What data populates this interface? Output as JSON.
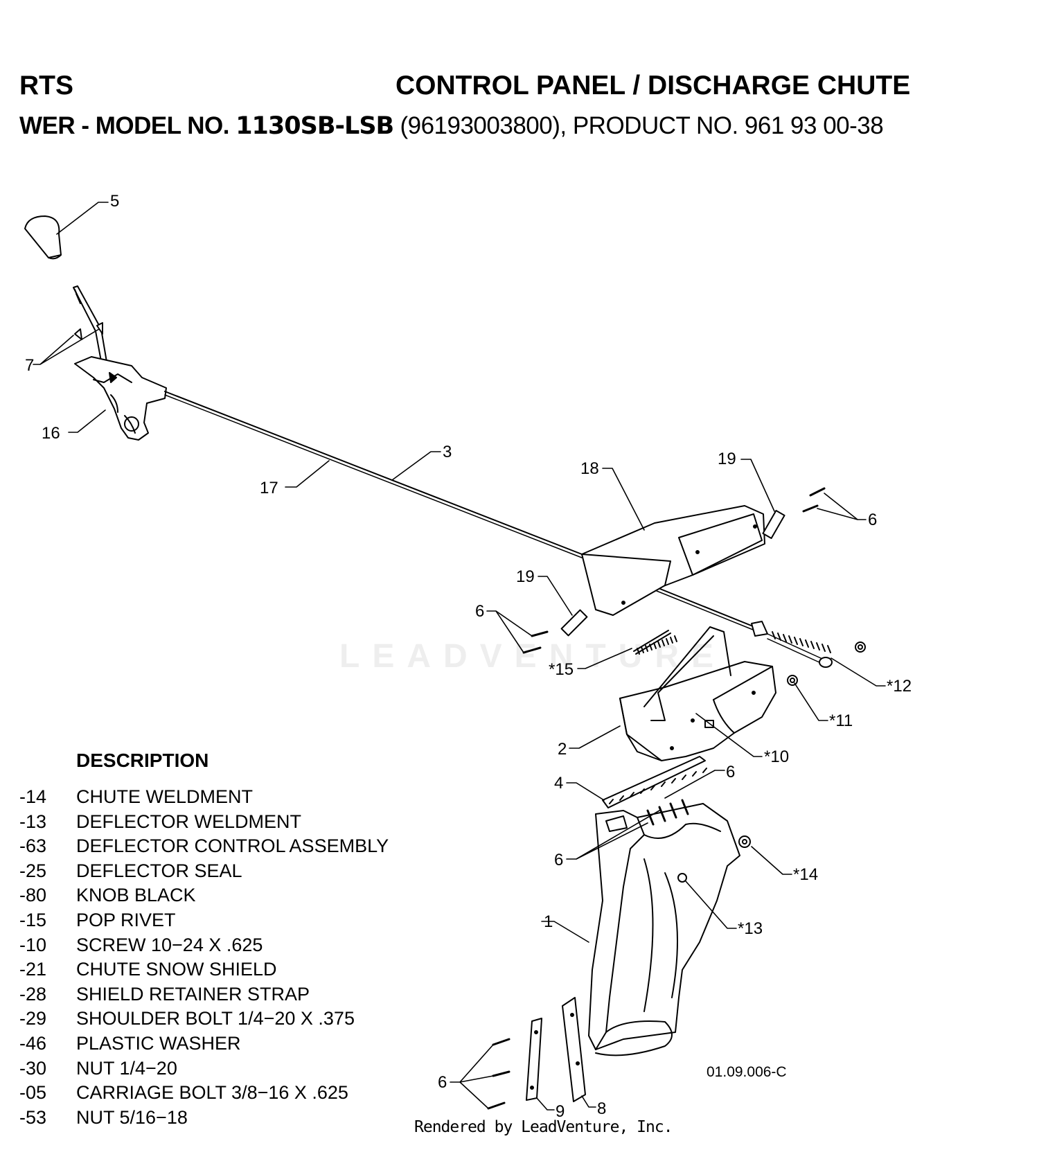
{
  "header": {
    "left": "RTS",
    "right": "CONTROL PANEL / DISCHARGE CHUTE",
    "model_prefix": "WER - MODEL NO.",
    "model_no": "1130SB-LSB",
    "model_suffix": "(96193003800), PRODUCT NO. 961 93 00-38"
  },
  "callouts": {
    "c5": "5",
    "c7": "7",
    "c16": "16",
    "c17": "17",
    "c3": "3",
    "c18": "18",
    "c19a": "19",
    "c6a": "6",
    "c19b": "19",
    "c6b": "6",
    "c15": "*15",
    "c12": "*12",
    "c11": "*11",
    "c2": "2",
    "c10": "*10",
    "c4": "4",
    "c6c": "6",
    "c6d": "6",
    "c14": "*14",
    "c1": "1",
    "c13": "*13",
    "c6e": "6",
    "c9": "9",
    "c8": "8"
  },
  "description": {
    "heading": "DESCRIPTION",
    "parts": [
      {
        "num": "-14",
        "desc": "CHUTE WELDMENT"
      },
      {
        "num": "-13",
        "desc": "DEFLECTOR WELDMENT"
      },
      {
        "num": "-63",
        "desc": "DEFLECTOR CONTROL ASSEMBLY"
      },
      {
        "num": "-25",
        "desc": "DEFLECTOR SEAL"
      },
      {
        "num": "-80",
        "desc": "KNOB BLACK"
      },
      {
        "num": "-15",
        "desc": "POP RIVET"
      },
      {
        "num": "-10",
        "desc": "SCREW 10−24 X .625"
      },
      {
        "num": "-21",
        "desc": "CHUTE SNOW SHIELD"
      },
      {
        "num": "-28",
        "desc": "SHIELD RETAINER STRAP"
      },
      {
        "num": "-29",
        "desc": "SHOULDER BOLT 1/4−20 X .375"
      },
      {
        "num": "-46",
        "desc": "PLASTIC WASHER"
      },
      {
        "num": "-30",
        "desc": "NUT 1/4−20"
      },
      {
        "num": "-05",
        "desc": "CARRIAGE BOLT 3/8−16 X .625"
      },
      {
        "num": "-53",
        "desc": "NUT 5/16−18"
      }
    ]
  },
  "ref_code": "01.09.006-C",
  "watermark": "LEADVENTURE",
  "footer": "Rendered by LeadVenture, Inc."
}
